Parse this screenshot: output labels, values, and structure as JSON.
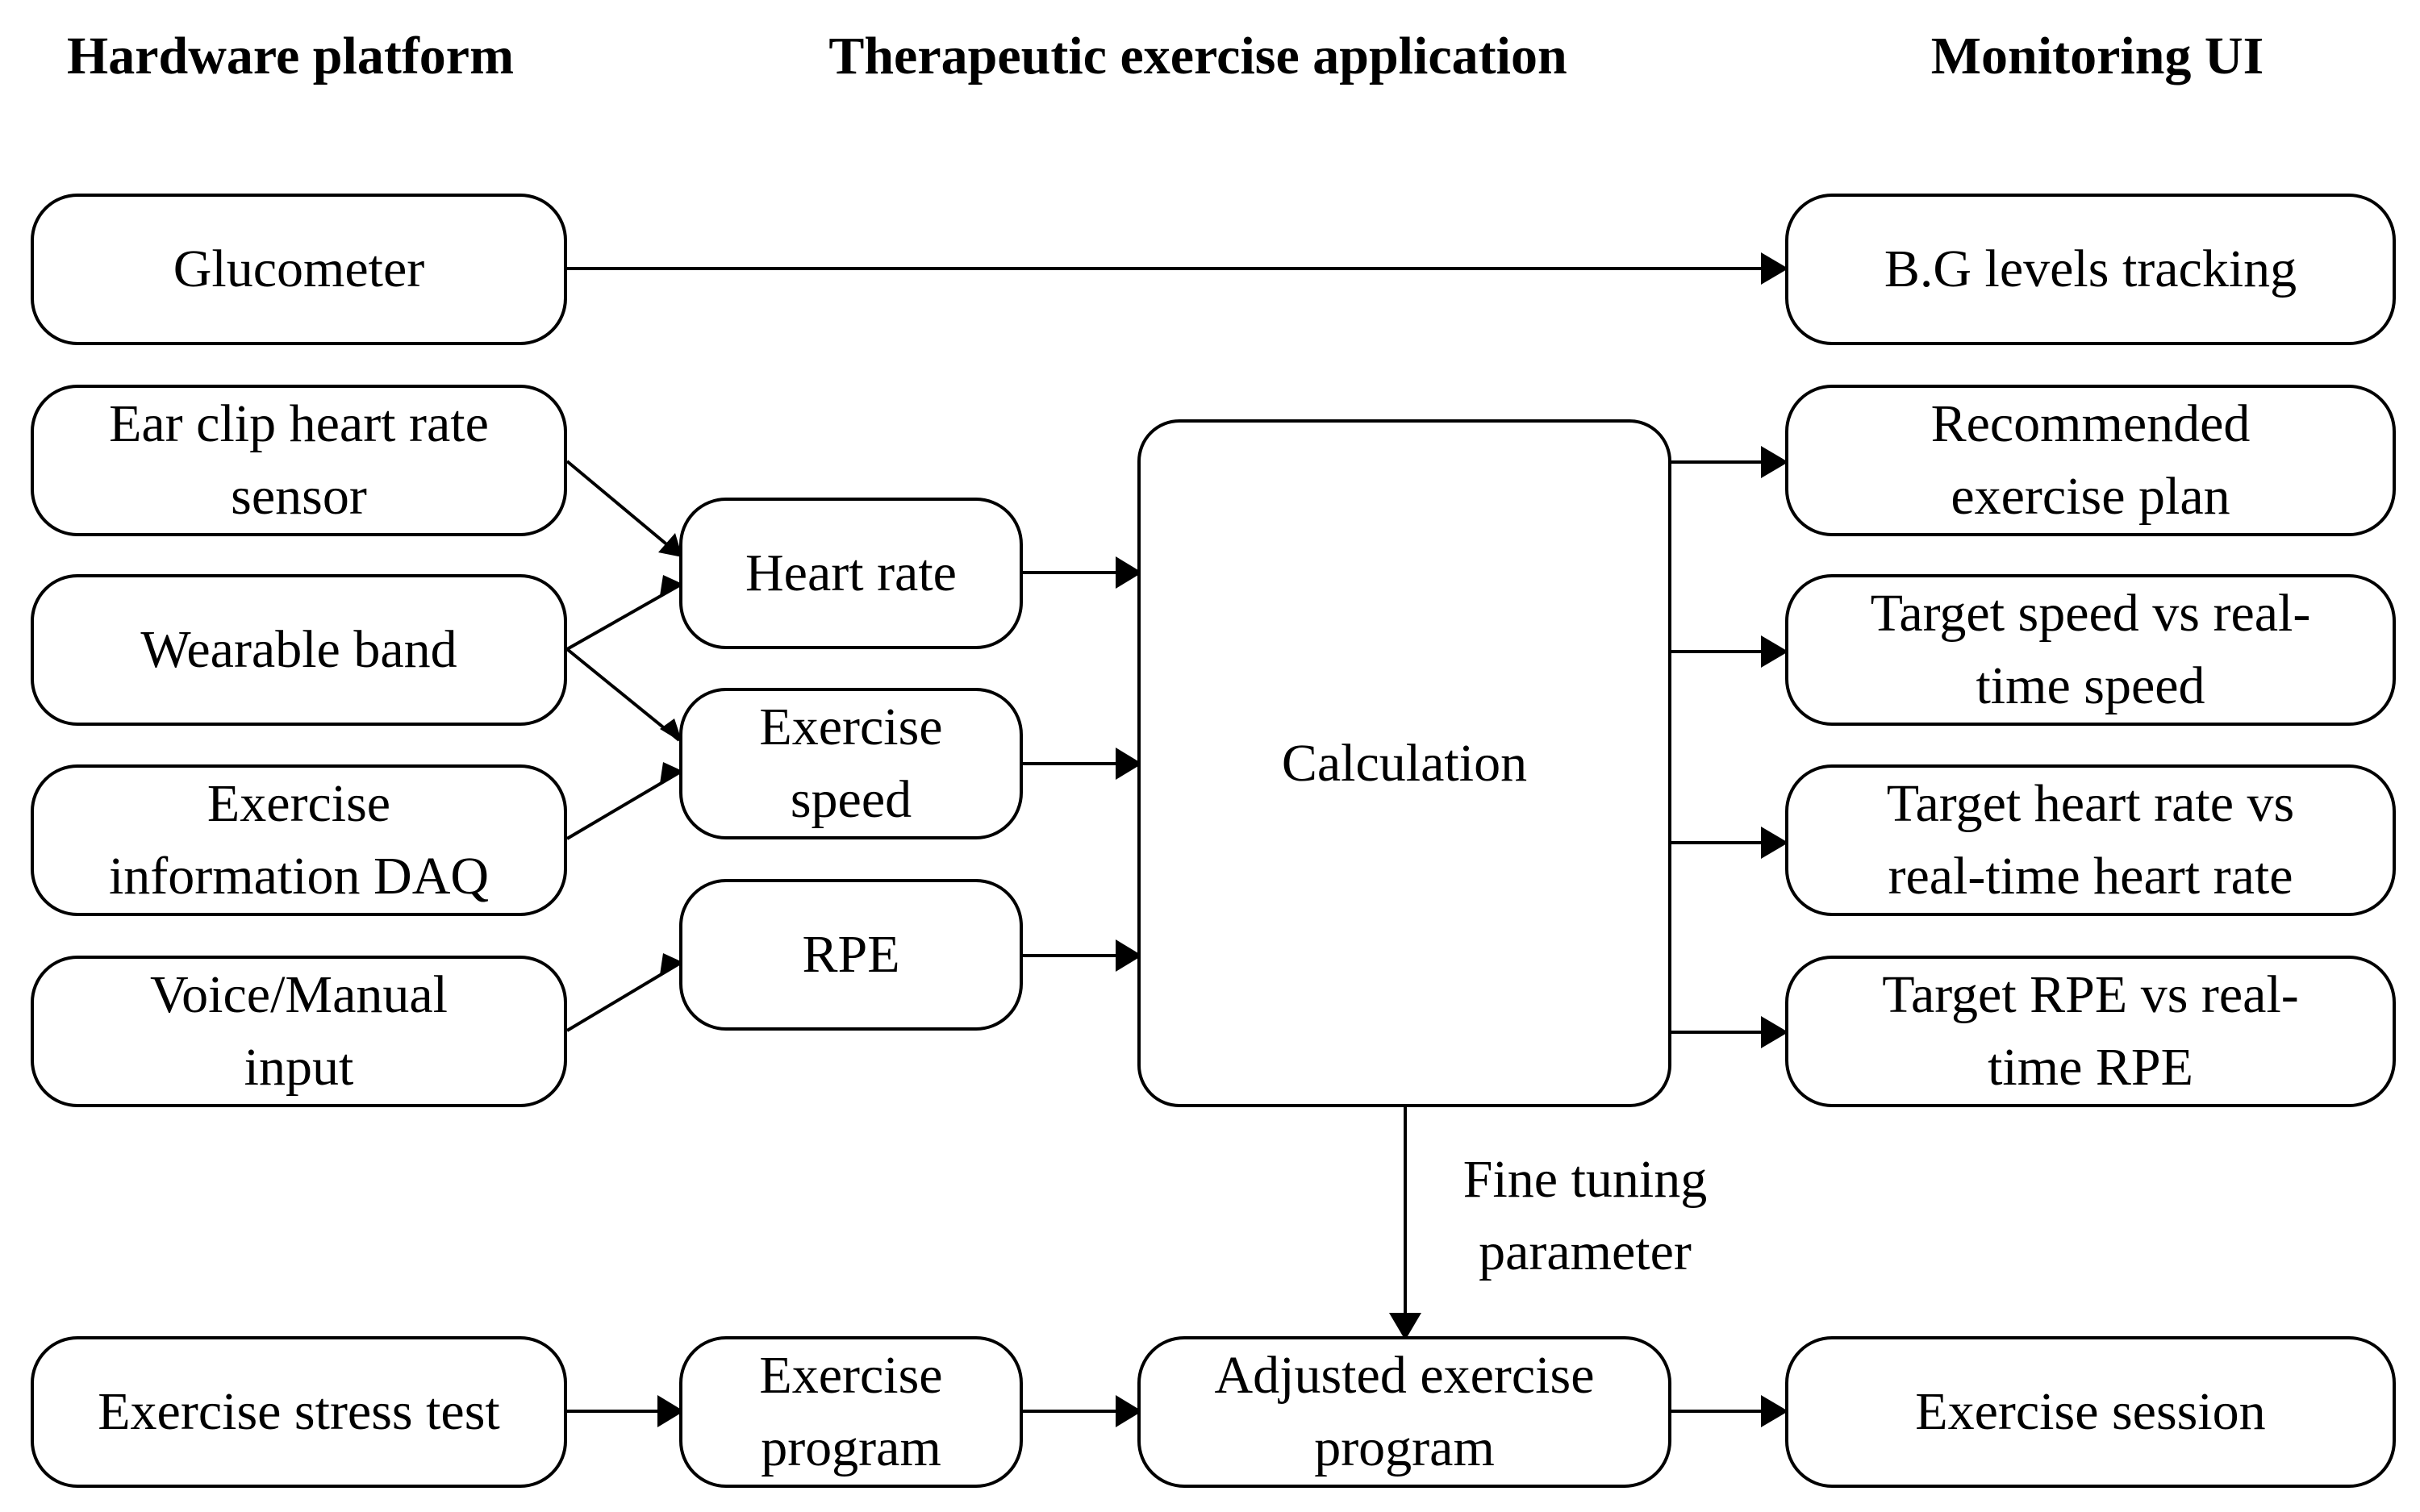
{
  "headers": {
    "hardware": "Hardware platform",
    "application": "Therapeutic exercise application",
    "monitoring": "Monitoring UI"
  },
  "hardware": {
    "glucometer": "Glucometer",
    "ear_clip": [
      "Ear clip heart rate",
      "sensor"
    ],
    "wearable_band": "Wearable band",
    "exercise_daq": [
      "Exercise",
      "information DAQ"
    ],
    "voice_input": [
      "Voice/Manual",
      "input"
    ],
    "stress_test": "Exercise stress test"
  },
  "application": {
    "heart_rate": "Heart rate",
    "exercise_speed": [
      "Exercise",
      "speed"
    ],
    "rpe": "RPE",
    "calculation": "Calculation",
    "fine_tuning": [
      "Fine tuning",
      "parameter"
    ],
    "exercise_program": [
      "Exercise",
      "program"
    ],
    "adjusted_program": [
      "Adjusted exercise",
      "program"
    ]
  },
  "monitoring": {
    "bg_tracking": "B.G levels tracking",
    "recommended_plan": [
      "Recommended",
      "exercise plan"
    ],
    "target_speed": [
      "Target speed vs real-",
      "time speed"
    ],
    "target_heart_rate": [
      "Target heart rate vs",
      "real-time heart rate"
    ],
    "target_rpe": [
      "Target RPE vs real-",
      "time RPE"
    ],
    "exercise_session": "Exercise session"
  }
}
